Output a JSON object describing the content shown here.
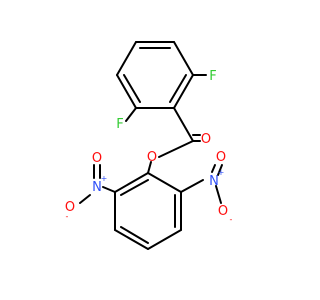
{
  "molecule": {
    "atoms": {
      "F_upper": "F",
      "F_left": "F",
      "O_carbonyl": "O",
      "O_ester": "O",
      "N_left": "N",
      "O_left_top": "O",
      "O_left_bottom": "O",
      "N_right": "N",
      "O_right_top": "O",
      "O_right_bottom": "O"
    },
    "charges": {
      "N_left": "+",
      "O_left_bottom": "-",
      "N_right": "+",
      "O_right_bottom": "-"
    },
    "colors": {
      "bond": "#000000",
      "fluorine": "#33cc33",
      "oxygen": "#ff0d0d",
      "nitrogen": "#3050f8"
    }
  }
}
